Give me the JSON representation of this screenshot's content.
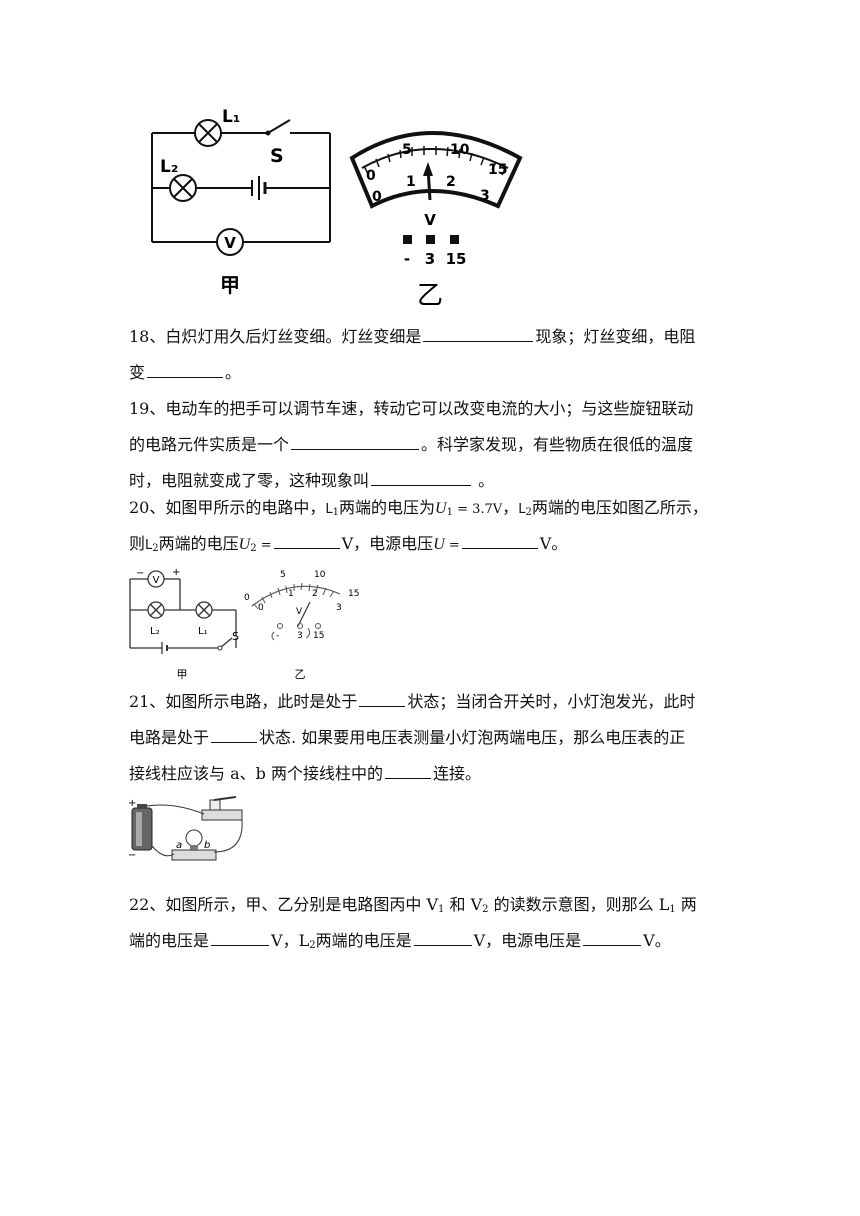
{
  "figures": {
    "fig18": {
      "lamp1": "L₁",
      "lamp2": "L₂",
      "switch": "S",
      "voltmeter": "V",
      "caption_jia": "甲",
      "caption_yi": "乙",
      "scale_top": [
        "0",
        "5",
        "10",
        "15"
      ],
      "scale_bottom": [
        "0",
        "1",
        "2",
        "3"
      ],
      "meter_unit": "V",
      "terminals": [
        "-",
        "3",
        "15"
      ]
    },
    "fig20": {
      "voltmeter": "V",
      "plus": "+",
      "minus": "−",
      "lamp2": "L₂",
      "lamp1": "L₁",
      "switch": "S",
      "caption_jia": "甲",
      "caption_yi": "乙",
      "scale_top": [
        "0",
        "5",
        "10",
        "15"
      ],
      "scale_bottom": [
        "0",
        "1",
        "2",
        "3"
      ],
      "meter_unit": "V",
      "terminals": [
        "-",
        "3",
        "15"
      ]
    },
    "fig21": {
      "plus": "+",
      "minus": "−",
      "a": "a",
      "b": "b"
    }
  },
  "q18": {
    "number": "18、",
    "p1": "白炽灯用久后灯丝变细。灯丝变细是",
    "p2": "现象；灯丝变细，电阻",
    "p3": "变",
    "p4": "。"
  },
  "q19": {
    "number": "19、",
    "p1": "电动车的把手可以调节车速，转动它可以改变电流的大小；与这些旋钮联动",
    "p2": "的电路元件实质是一个",
    "p3": "。科学家发现，有些物质在很低的温度",
    "p4": "时，电阻就变成了零，这种现象叫",
    "p5": " 。"
  },
  "q20": {
    "number": "20、",
    "p1": "如图甲所示的电路中，",
    "l1": "L",
    "s1": "1",
    "p2": "两端的电压为",
    "u1": "U",
    "u1s": "1",
    "u1v": " = 3.7V",
    "p3": "，",
    "l2": "L",
    "s2": "2",
    "p4": "两端的电压如图乙所示，",
    "p5": "则",
    "l2b": "L",
    "s2b": "2",
    "p6": "两端的电压",
    "u2": "U",
    "u2s": "2",
    "eq": " =",
    "p7": "V，电源电压",
    "u": "U",
    "eq2": " =",
    "p8": "V。"
  },
  "q21": {
    "number": "21、",
    "p1": "如图所示电路，此时是处于",
    "p2": "状态；当闭合开关时，小灯泡发光，此时",
    "p3": "电路是处于",
    "p4": "状态. 如果要用电压表测量小灯泡两端电压，那么电压表的正",
    "p5": "接线柱应该与 a、b 两个接线柱中的",
    "p6": "连接。"
  },
  "q22": {
    "number": "22、",
    "p1": "如图所示，甲、乙分别是电路图丙中 V",
    "s1": "1",
    "p2": " 和 V",
    "s2": "2",
    "p3": " 的读数示意图，则那么 L",
    "s3": "1",
    "p4": " 两",
    "p5": "端的电压是",
    "p6": "V，L",
    "s4": "2",
    "p7": "两端的电压是",
    "p8": "V，电源电压是",
    "p9": "V。"
  }
}
